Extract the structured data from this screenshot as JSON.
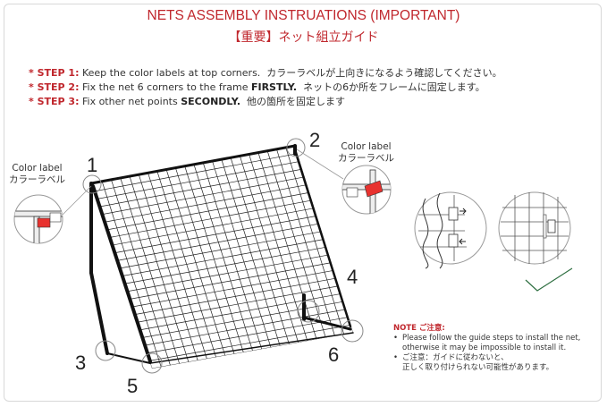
{
  "title": "NETS ASSEMBLY INSTRUATIONS (IMPORTANT)",
  "subtitle": "【重要】ネット組立ガイド",
  "steps": [
    {
      "label": "STEP 1:",
      "text_pre": "Keep the color labels at top corners.",
      "bold": "",
      "text_post": "",
      "jp": "カラーラベルが上向きになるよう確認してください。"
    },
    {
      "label": "STEP 2:",
      "text_pre": "Fix the net 6 corners to the frame",
      "bold": "FIRSTLY.",
      "text_post": "",
      "jp": "ネットの6か所をフレームに固定します。"
    },
    {
      "label": "STEP 3:",
      "text_pre": "Fix other net points",
      "bold": "SECONDLY.",
      "text_post": "",
      "jp": "他の箇所を固定します"
    }
  ],
  "color_label": {
    "en": "Color label",
    "jp": "カラーラベル"
  },
  "corner_numbers": [
    "1",
    "2",
    "3",
    "4",
    "5",
    "6"
  ],
  "note": {
    "title": "NOTE ご注意:",
    "lines": [
      "Please follow the guide steps to install the net,",
      "otherwise it may be impossible to install it.",
      "ご注意：ガイドに従わないと、",
      "正しく取り付けられない可能性があります。"
    ]
  },
  "colors": {
    "accent": "#c0272d",
    "label_red": "#e8322f",
    "frame": "#111111"
  }
}
